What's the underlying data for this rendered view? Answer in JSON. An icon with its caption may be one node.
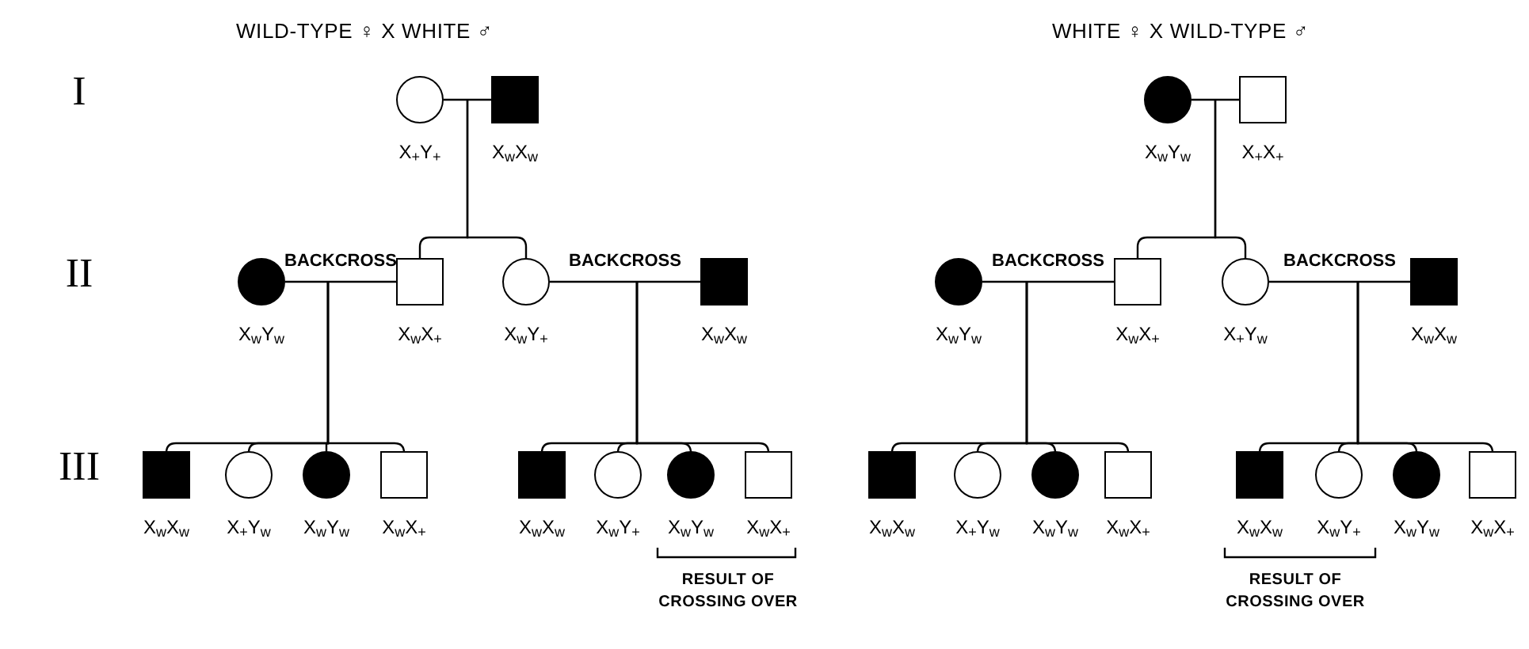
{
  "diagram": {
    "nodes": [
      {
        "text": [],
        "shape": "circle",
        "beside": [
          "X$_{+}$Y$_{+}$"
        ]
      },
      {
        "text": [],
        "shape": "block",
        "beside": [
          "X$_{w}$X$_{w}$"
        ]
      },
      {
        "text": [],
        "shape": "disc",
        "beside": [
          "X$_{w}$Y$_{w}$"
        ]
      },
      {
        "text": [],
        "shape": "box",
        "beside": [
          "X$_{w}$X$_{+}$"
        ]
      },
      {
        "text": [],
        "shape": "circle",
        "beside": [
          "X$_{w}$Y$_{+}$"
        ]
      },
      {
        "text": [],
        "shape": "block",
        "beside": [
          "X$_{w}$X$_{w}$"
        ]
      },
      {
        "text": [],
        "shape": "block",
        "beside": [
          "X$_{w}$X$_{w}$"
        ]
      },
      {
        "text": [],
        "shape": "circle",
        "beside": [
          "X$_{+}$Y$_{w}$"
        ]
      },
      {
        "text": [],
        "shape": "disc",
        "beside": [
          "X$_{w}$Y$_{w}$"
        ]
      },
      {
        "text": [],
        "shape": "box",
        "beside": [
          "X$_{w}$X$_{+}$"
        ]
      },
      {
        "text": [],
        "shape": "block",
        "beside": [
          "X$_{w}$X$_{w}$"
        ]
      },
      {
        "text": [],
        "shape": "circle",
        "beside": [
          "X$_{w}$Y$_{+}$"
        ]
      },
      {
        "text": [],
        "shape": "disc",
        "beside": [
          "X$_{w}$Y$_{w}$"
        ]
      },
      {
        "text": [],
        "shape": "box",
        "beside": [
          "X$_{w}$X$_{+}$"
        ]
      },
      {
        "text": [],
        "shape": "disc",
        "beside": [
          "X$_{w}$Y$_{w}$"
        ]
      },
      {
        "text": [],
        "shape": "box",
        "beside": [
          "X$_{+}$X$_{+}$"
        ]
      },
      {
        "text": [],
        "shape": "disc",
        "beside": [
          "X$_{w}$Y$_{w}$"
        ]
      },
      {
        "text": [],
        "shape": "box",
        "beside": [
          "X$_{w}$X$_{+}$"
        ]
      },
      {
        "text": [],
        "shape": "circle",
        "beside": [
          "X$_{+}$Y$_{w}$"
        ]
      },
      {
        "text": [],
        "shape": "block",
        "beside": [
          "X$_{w}$X$_{w}$"
        ]
      },
      {
        "text": [],
        "shape": "block",
        "beside": [
          "X$_{w}$X$_{w}$"
        ]
      },
      {
        "text": [],
        "shape": "circle",
        "beside": [
          "X$_{+}$Y$_{w}$"
        ]
      },
      {
        "text": [],
        "shape": "disc",
        "beside": [
          "X$_{w}$Y$_{w}$"
        ]
      },
      {
        "text": [],
        "shape": "box",
        "beside": [
          "X$_{w}$X$_{+}$"
        ]
      },
      {
        "text": [],
        "shape": "block",
        "beside": [
          "X$_{w}$X$_{w}$"
        ]
      },
      {
        "text": [],
        "shape": "circle",
        "beside": [
          "X$_{w}$Y$_{+}$"
        ]
      },
      {
        "text": [],
        "shape": "disc",
        "beside": [
          "X$_{w}$Y$_{w}$"
        ]
      },
      {
        "text": [],
        "shape": "box",
        "beside": [
          "X$_{w}$X$_{+}$"
        ]
      }
    ],
    "edges": [
      {
        "from": 0,
        "to": 1,
        "arrow": "none"
      },
      {
        "from": null,
        "to": 3,
        "arrow": "none"
      },
      {
        "from": null,
        "to": 4,
        "arrow": "none"
      },
      {
        "from": 2,
        "to": 3,
        "arrow": "none",
        "label": "BACKCROSS"
      },
      {
        "from": null,
        "to": 6,
        "arrow": "none"
      },
      {
        "from": null,
        "to": 7,
        "arrow": "none"
      },
      {
        "from": null,
        "to": 8,
        "arrow": "none"
      },
      {
        "from": null,
        "to": 9,
        "arrow": "none"
      },
      {
        "from": 4,
        "to": 5,
        "arrow": "none",
        "label": "BACKCROSS"
      },
      {
        "from": null,
        "to": 10,
        "arrow": "none"
      },
      {
        "from": null,
        "to": 11,
        "arrow": "none"
      },
      {
        "from": null,
        "to": 12,
        "arrow": "none"
      },
      {
        "from": null,
        "to": 13,
        "arrow": "none"
      },
      {
        "from": 14,
        "to": 15,
        "arrow": "none"
      },
      {
        "from": null,
        "to": 17,
        "arrow": "none"
      },
      {
        "from": null,
        "to": 18,
        "arrow": "none"
      },
      {
        "from": 16,
        "to": 17,
        "arrow": "none",
        "label": "BACKCROSS"
      },
      {
        "from": null,
        "to": 20,
        "arrow": "none"
      },
      {
        "from": null,
        "to": 21,
        "arrow": "none"
      },
      {
        "from": null,
        "to": 22,
        "arrow": "none"
      },
      {
        "from": null,
        "to": 23,
        "arrow": "none"
      },
      {
        "from": 18,
        "to": 19,
        "arrow": "none",
        "label": "BACKCROSS"
      },
      {
        "from": null,
        "to": 24,
        "arrow": "none"
      },
      {
        "from": null,
        "to": 25,
        "arrow": "none"
      },
      {
        "from": null,
        "to": 26,
        "arrow": "none"
      },
      {
        "from": null,
        "to": 27,
        "arrow": "none"
      }
    ],
    "labels": [
      "WILD-TYPE ♀ X WHITE ♂",
      "WHITE ♀ X WILD-TYPE ♂",
      "I",
      "II",
      "III",
      "RESULT OF CROSSING OVER",
      "RESULT OF CROSSING OVER"
    ]
  }
}
